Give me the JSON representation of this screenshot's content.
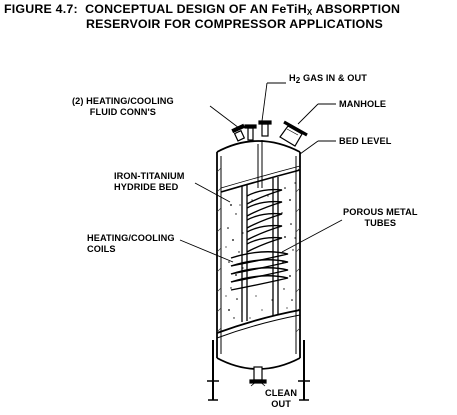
{
  "figure": {
    "number": "FIGURE 4.7:",
    "title_before_formula": "CONCEPTUAL DESIGN OF AN ",
    "formula_main": "FeTiH",
    "formula_sub": "X",
    "title_after_formula": " ABSORPTION",
    "title_line2": "RESERVOIR FOR COMPRESSOR APPLICATIONS"
  },
  "labels": {
    "h2_prefix": "H",
    "h2_sub": "2",
    "h2_suffix": " GAS IN & OUT",
    "fluid_conns_line1": "(2) HEATING/COOLING",
    "fluid_conns_line2": "FLUID CONN'S",
    "manhole": "MANHOLE",
    "bed_level": "BED LEVEL",
    "hydride_bed_line1": "IRON-TITANIUM",
    "hydride_bed_line2": "HYDRIDE BED",
    "porous_tubes_line1": "POROUS METAL",
    "porous_tubes_line2": "TUBES",
    "coils_line1": "HEATING/COOLING",
    "coils_line2": "COILS",
    "cleanout_line1": "CLEAN",
    "cleanout_line2": "OUT"
  },
  "colors": {
    "ink": "#000000",
    "paper": "#ffffff",
    "hatch": "#333333"
  }
}
